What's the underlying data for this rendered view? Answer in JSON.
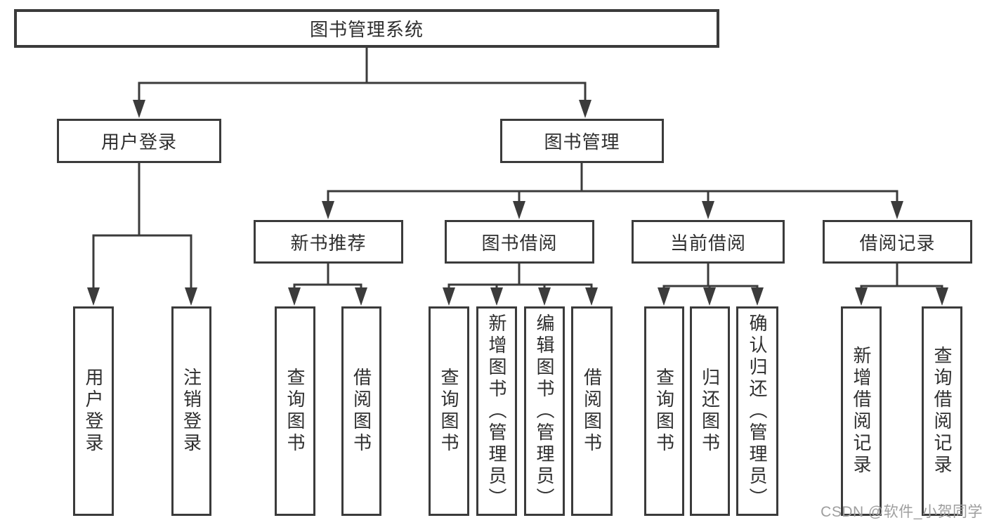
{
  "nodes": {
    "root": {
      "label": "图书管理系统"
    },
    "user_login": {
      "label": "用户登录"
    },
    "book_management": {
      "label": "图书管理"
    },
    "new_book_recommend": {
      "label": "新书推荐"
    },
    "book_borrow": {
      "label": "图书借阅"
    },
    "current_borrow": {
      "label": "当前借阅"
    },
    "borrow_records": {
      "label": "借阅记录"
    }
  },
  "leaves": {
    "user_login": [
      "用户登录",
      "注销登录"
    ],
    "new_book_recommend": [
      "查询图书",
      "借阅图书"
    ],
    "book_borrow": [
      "查询图书",
      "新增图书（管理员）",
      "编辑图书（管理员）",
      "借阅图书"
    ],
    "current_borrow": [
      "查询图书",
      "归还图书",
      "确认归还（管理员）"
    ],
    "borrow_records": [
      "新增借阅记录",
      "查询借阅记录"
    ]
  },
  "watermark": "CSDN @软件_小贺同学",
  "colors": {
    "line": "#3b3b3b",
    "text": "#2f2f2f",
    "watermark": "#9e9e9e",
    "background": "#ffffff"
  }
}
